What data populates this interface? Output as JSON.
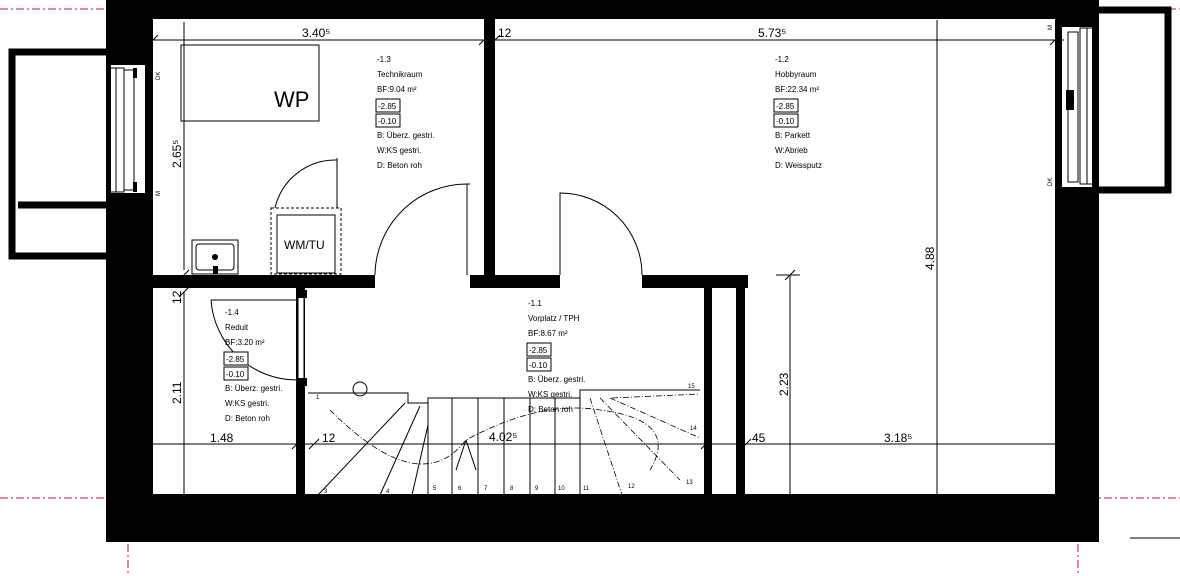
{
  "rooms": [
    {
      "id": "technik",
      "number": "-1.3",
      "name": "Technikraum",
      "area": "BF:9.04 m²",
      "level1": "-2.85",
      "level2": "-0.10",
      "floor": "B: Überz. gestri.",
      "wall": "W:KS gestri.",
      "ceiling": "D: Beton roh"
    },
    {
      "id": "hobby",
      "number": "-1.2",
      "name": "Hobbyraum",
      "area": "BF:22.34 m²",
      "level1": "-2.85",
      "level2": "-0.10",
      "floor": "B: Parkett",
      "wall": "W:Abrieb",
      "ceiling": "D: Weissputz"
    },
    {
      "id": "reduit",
      "number": "-1.4",
      "name": "Reduit",
      "area": "BF:3.20 m²",
      "level1": "-2.85",
      "level2": "-0.10",
      "floor": "B: Überz. gestri.",
      "wall": "W:KS gestri.",
      "ceiling": "D: Beton roh"
    },
    {
      "id": "vorplatz",
      "number": "-1.1",
      "name": "Vorplatz / TPH",
      "area": "BF:8.67 m²",
      "level1": "-2.85",
      "level2": "-0.10",
      "floor": "B: Überz. gestri.",
      "wall": "W:KS gestri.",
      "ceiling": "D: Beton roh"
    }
  ],
  "dimensions": {
    "top_left": "3.40⁵",
    "top_mid": "12",
    "top_right": "5.73⁵",
    "left_upper": "2.65⁵",
    "left_mid": "12",
    "left_lower": "2.11",
    "bottom_left": "1.48",
    "bottom_a": "12",
    "bottom_mid": "4.02⁵",
    "bottom_b": "45",
    "bottom_right": "3.18⁵",
    "right_tall": "4.88",
    "right_short": "2.23"
  },
  "fixtures": {
    "wp": "WP",
    "wmtu": "WM/TU"
  },
  "window_marks": {
    "dk1": "DK",
    "m1": "M",
    "m2": "M",
    "dk2": "DK"
  },
  "stair_numbers": [
    "1",
    "3",
    "4",
    "5",
    "6",
    "7",
    "8",
    "9",
    "10",
    "11",
    "12",
    "13",
    "14",
    "15"
  ]
}
